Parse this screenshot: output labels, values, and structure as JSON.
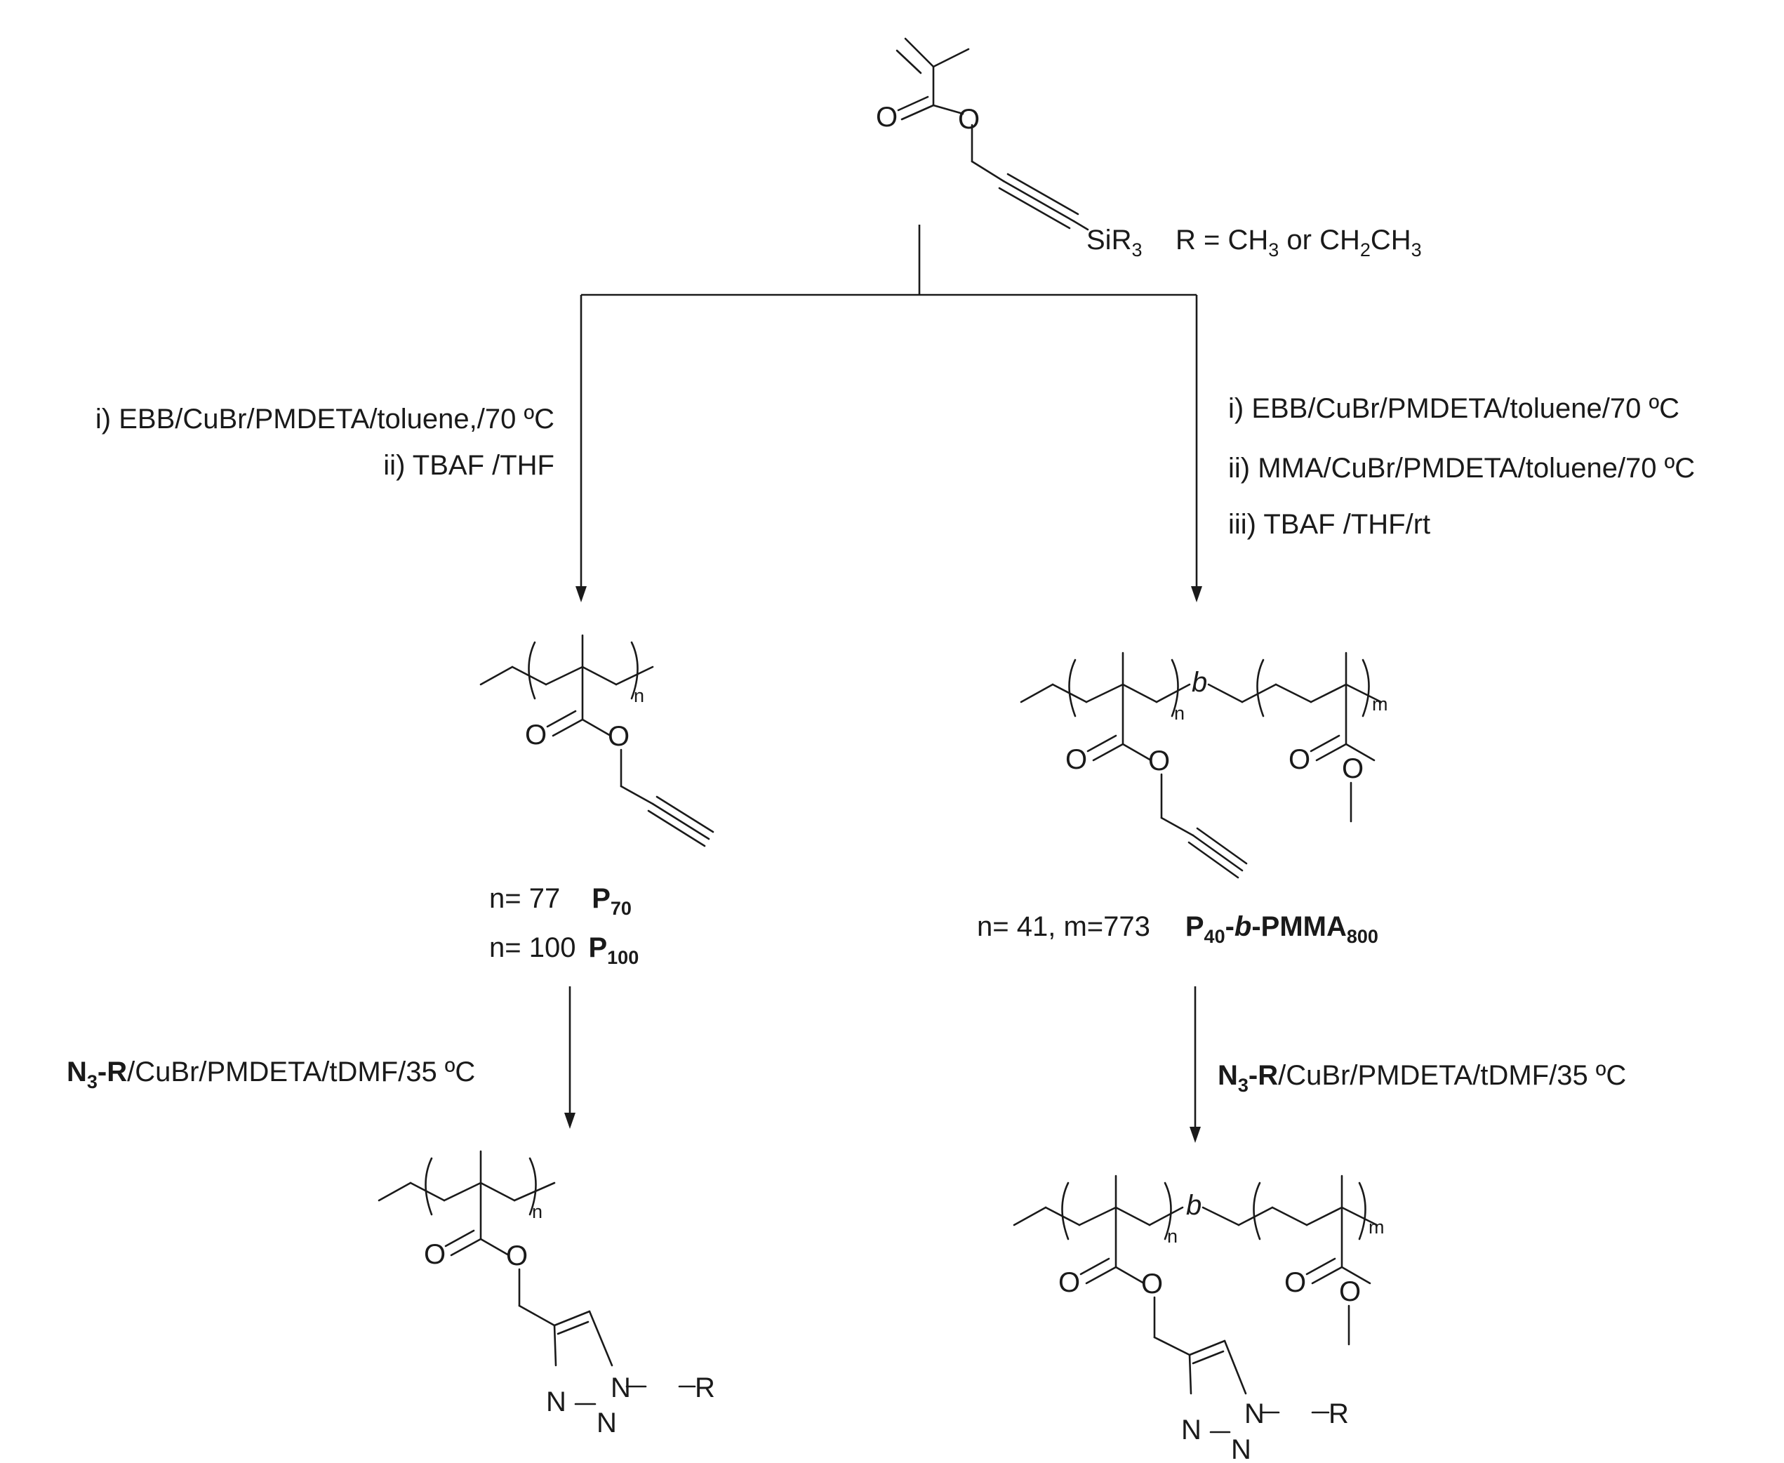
{
  "monomer": {
    "atoms": {
      "carbonyl_o": "O",
      "ester_o": "O",
      "si_group": "SiR",
      "si_sub": "3"
    },
    "r_definition": {
      "prefix": "R = CH",
      "sub1": "3",
      "mid": " or CH",
      "sub2": "2",
      "mid2": "CH",
      "sub3": "3"
    }
  },
  "left_branch": {
    "conditions": [
      "i) EBB/CuBr/PMDETA/toluene,/70 ºC",
      "ii) TBAF /THF"
    ],
    "polymer_repeat_sub": "n",
    "atoms": {
      "carbonyl_o": "O",
      "ester_o": "O"
    },
    "products": [
      {
        "prefix": "n= 77",
        "name": "P",
        "name_sub": "70"
      },
      {
        "prefix": "n= 100",
        "name": "P",
        "name_sub": "100"
      }
    ],
    "click": {
      "bold": "N",
      "bold_sub": "3",
      "bold2": "-R",
      "rest": "/CuBr/PMDETA/tDMF/35 ºC"
    },
    "final": {
      "repeat_sub": "n",
      "atoms": {
        "carbonyl_o": "O",
        "ester_o": "O",
        "n1": "N",
        "n2": "N",
        "n3": "N",
        "r": "R"
      }
    }
  },
  "right_branch": {
    "conditions": [
      "i) EBB/CuBr/PMDETA/toluene/70 ºC",
      "ii) MMA/CuBr/PMDETA/toluene/70 ºC",
      "iii) TBAF /THF/rt"
    ],
    "polymer": {
      "sub_n": "n",
      "block": "b",
      "sub_m": "m"
    },
    "atoms": {
      "o1": "O",
      "o2": "O",
      "o3": "O",
      "o4": "O"
    },
    "product": {
      "prefix": "n= 41, m=773",
      "name1": "P",
      "sub1": "40",
      "dash1": "-",
      "b": "b",
      "name2": "-PMMA",
      "sub2": "800"
    },
    "click": {
      "bold": "N",
      "bold_sub": "3",
      "bold2": "-R",
      "rest": "/CuBr/PMDETA/tDMF/35 ºC"
    },
    "final": {
      "sub_n": "n",
      "block": "b",
      "sub_m": "m",
      "atoms": {
        "o1": "O",
        "o2": "O",
        "o3": "O",
        "o4": "O",
        "n1": "N",
        "n2": "N",
        "n3": "N",
        "r": "R"
      }
    }
  }
}
